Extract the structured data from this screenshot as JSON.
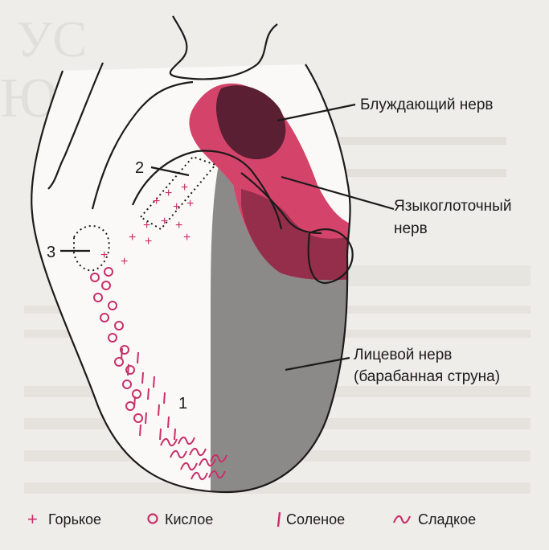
{
  "labels": {
    "vagus": "Блуждающий нерв",
    "glossopharyngeal_line1": "Языкоглоточный",
    "glossopharyngeal_line2": "нерв",
    "facial_line1": "Лицевой нерв",
    "facial_line2": "(барабанная струна)"
  },
  "region_numbers": {
    "n1": "1",
    "n2": "2",
    "n3": "3"
  },
  "legend": {
    "bitter": "Горькое",
    "sour": "Кислое",
    "salty": "Соленое",
    "sweet": "Сладкое"
  },
  "colors": {
    "vagus": "#5a1f33",
    "glossopharyngeal": "#d4446a",
    "glossopharyngeal_dark": "#8a2a45",
    "facial": "#8c8a89",
    "symbol": "#c8306a",
    "ink": "#1d1a1c"
  }
}
